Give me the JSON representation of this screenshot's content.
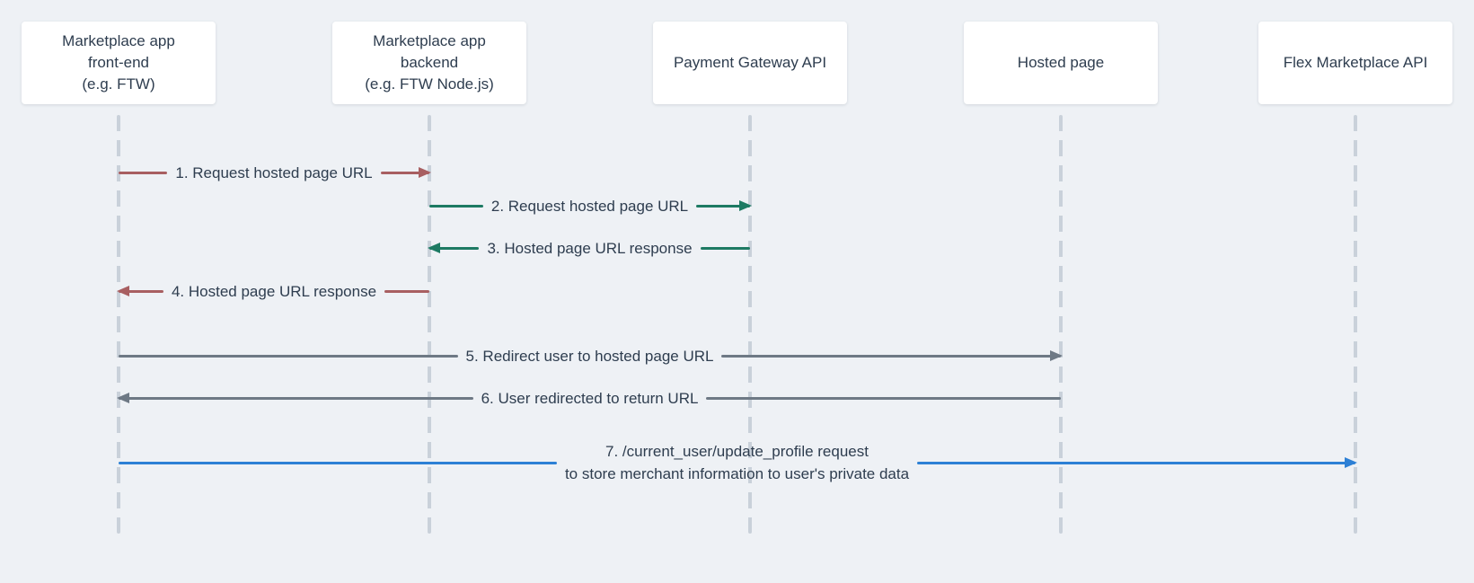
{
  "diagram": {
    "type": "sequence-diagram",
    "participants": [
      {
        "id": "frontend",
        "label": "Marketplace app\nfront-end\n(e.g. FTW)"
      },
      {
        "id": "backend",
        "label": "Marketplace app\nbackend\n(e.g. FTW Node.js)"
      },
      {
        "id": "payment-gateway",
        "label": "Payment Gateway API"
      },
      {
        "id": "hosted-page",
        "label": "Hosted page"
      },
      {
        "id": "flex-api",
        "label": "Flex Marketplace API"
      }
    ],
    "messages": [
      {
        "label": "1. Request hosted page URL",
        "from": "Marketplace app front-end",
        "to": "Marketplace app backend",
        "direction": "right",
        "color": "#a85f61"
      },
      {
        "label": "2. Request hosted page URL",
        "from": "Marketplace app backend",
        "to": "Payment Gateway API",
        "direction": "right",
        "color": "#1d7a63"
      },
      {
        "label": "3. Hosted page URL response",
        "from": "Payment Gateway API",
        "to": "Marketplace app backend",
        "direction": "left",
        "color": "#1d7a63"
      },
      {
        "label": "4. Hosted page URL response",
        "from": "Marketplace app backend",
        "to": "Marketplace app front-end",
        "direction": "left",
        "color": "#a85f61"
      },
      {
        "label": "5. Redirect user to hosted page URL",
        "from": "Marketplace app front-end",
        "to": "Hosted page",
        "direction": "right",
        "color": "#6e7985"
      },
      {
        "label": "6. User redirected to return URL",
        "from": "Hosted page",
        "to": "Marketplace app front-end",
        "direction": "left",
        "color": "#6e7985"
      },
      {
        "label": "7. /current_user/update_profile request\nto store merchant information to user's private data",
        "from": "Marketplace app front-end",
        "to": "Flex Marketplace API",
        "direction": "right",
        "color": "#2d80d5"
      }
    ],
    "colors": {
      "background": "#eef1f5",
      "box_background": "#ffffff",
      "text": "#2e3d4f",
      "lifeline": "#c9d1da",
      "arrow_red": "#a85f61",
      "arrow_green": "#1d7a63",
      "arrow_gray": "#6e7985",
      "arrow_blue": "#2d80d5"
    }
  }
}
